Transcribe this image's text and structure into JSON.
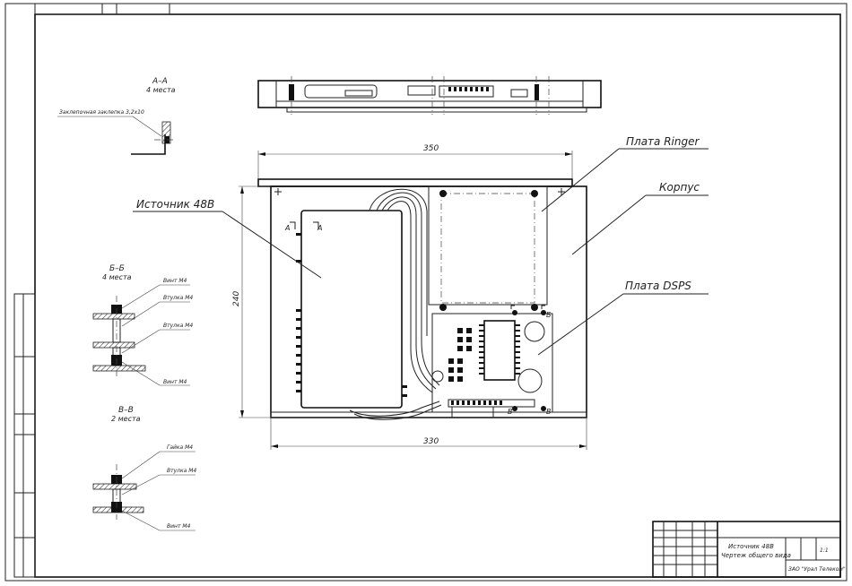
{
  "labels": {
    "section_aa": "А–А",
    "section_aa_count": "4 места",
    "section_aa_part": "Заклепочная заклепка 3,2х10",
    "section_bb": "Б–Б",
    "section_bb_count": "4 места",
    "section_bb_part1": "Винт М4",
    "section_bb_part2": "Втулка М4",
    "section_bb_part3": "Втулка М4",
    "section_bb_part4": "Винт М4",
    "section_vv": "В–В",
    "section_vv_count": "2 места",
    "section_vv_part1": "Гайка М4",
    "section_vv_part2": "Втулка М4",
    "section_vv_part3": "Винт М4",
    "source_48v": "Источник 48В",
    "board_ringer": "Плата Ringer",
    "housing": "Корпус",
    "board_dsps": "Плата DSPS",
    "marker_a": "А",
    "marker_b": "Б",
    "marker_v": "В"
  },
  "dimensions": {
    "top_width": "350",
    "bottom_width": "330",
    "height": "240"
  },
  "title_block": {
    "name_line1": "Источник 48В",
    "name_line2": "Чертеж общего вида",
    "company": "ЗАО \"Урал Телеком\"",
    "scale": "1:1"
  }
}
